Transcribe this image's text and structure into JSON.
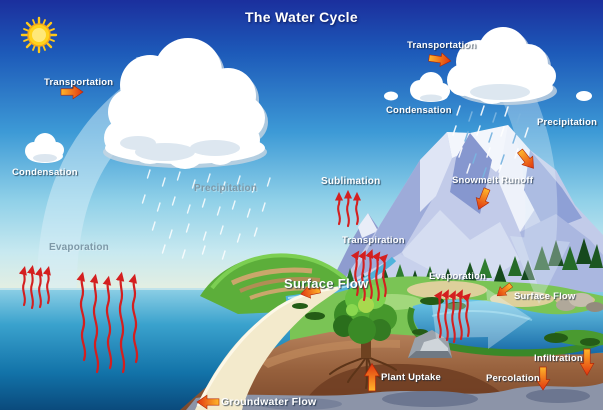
{
  "title": "The Water Cycle",
  "labels": {
    "transportation_left": "Transportation",
    "condensation_left": "Condensation",
    "precipitation_left": "Precipitation",
    "evaporation_left": "Evaporation",
    "transportation_right": "Transportation",
    "condensation_right": "Condensation",
    "precipitation_right": "Precipitation",
    "sublimation": "Sublimation",
    "snowmelt_runoff": "Snowmelt Runoff",
    "transpiration": "Transpiration",
    "surface_flow_left": "Surface Flow",
    "evaporation_right": "Evaporation",
    "surface_flow_right": "Surface Flow",
    "infiltration": "Infiltration",
    "percolation": "Percolation",
    "plant_uptake": "Plant Uptake",
    "groundwater_flow": "Groundwater Flow"
  },
  "colors": {
    "sky_top": "#1b2f9d",
    "sky_mid": "#3d9ad6",
    "sky_horizon": "#e7efe0",
    "ocean": "#2f9cc9",
    "ocean_deep": "#0b5488",
    "sun": "#ffd21c",
    "cloud": "#ffffff",
    "mountain": "#bcc7e8",
    "mountain_shadow": "#8595cd",
    "grass": "#5cae3a",
    "meadow": "#7ac455",
    "pine": "#1c5722",
    "sand": "#f3eacc",
    "soil": "#a96f45",
    "soil_dark": "#6f3d22",
    "groundwater": "#8c94a8",
    "lake": "#55bce2",
    "flow_arrow_red": "#d41f1f",
    "process_arrow_orange": "#ffb62a",
    "process_arrow_red": "#e0340f",
    "label_text": "#ffffff",
    "label_muted": "#7e99a8"
  }
}
